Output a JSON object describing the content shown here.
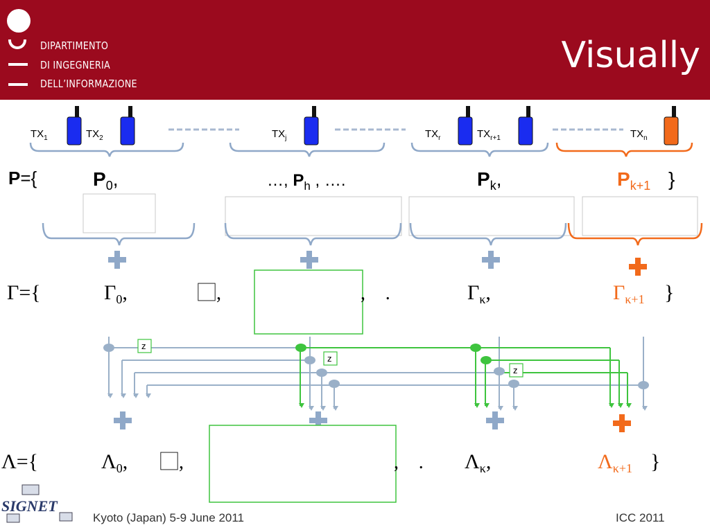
{
  "header": {
    "dept_lines": [
      "DIPARTIMENTO",
      "DI INGEGNERIA",
      "DELL’INFORMAZIONE"
    ],
    "title": "Visually"
  },
  "transmitters": [
    {
      "base": "TX",
      "sub": "1"
    },
    {
      "base": "TX",
      "sub": "2"
    },
    {
      "base": "TX",
      "sub": "j"
    },
    {
      "base": "TX",
      "sub": "r"
    },
    {
      "base": "TX",
      "sub": "r+1"
    },
    {
      "base": "TX",
      "sub": "n"
    }
  ],
  "p_row": {
    "open": "P={",
    "p0": {
      "base": "P",
      "sub": "0",
      "suffix": ","
    },
    "ph": {
      "prefix": "…, ",
      "base": "P",
      "sub": "h",
      "suffix": " , …."
    },
    "pk": {
      "base": "P",
      "sub": "k",
      "suffix": ","
    },
    "pk1": {
      "base": "P",
      "sub": "k+1"
    },
    "close": "}"
  },
  "gamma_row": {
    "open": "Γ={",
    "g0": {
      "base": "Γ",
      "sub": "0",
      "suffix": ","
    },
    "mid1": "⃞,",
    "mid2": ", ⃞.",
    "gk": {
      "base": "Γ",
      "sub": "κ",
      "suffix": ","
    },
    "gk1": {
      "base": "Γ",
      "sub": "κ+1"
    },
    "close": "}"
  },
  "lambda_row": {
    "open": "Λ={",
    "l0": {
      "base": "Λ",
      "sub": "0",
      "suffix": ","
    },
    "mid1": "⃞,",
    "mid2": ", ⃞.",
    "lk": {
      "base": "Λ",
      "sub": "κ",
      "suffix": ","
    },
    "lk1": {
      "base": "Λ",
      "sub": "κ+1"
    },
    "close": "}"
  },
  "delay_label": "z",
  "footer": {
    "left": "Kyoto (Japan) 5-9 June 2011",
    "right": "ICC 2011",
    "logo_text": "SIGNET"
  },
  "colors": {
    "header": "#9b0a1e",
    "blue_tx": "#1a2cf0",
    "orange": "#f26a1b",
    "bracket_blue": "#8fa8c8",
    "green": "#3ec43e",
    "gray_line": "#9ab0c8"
  }
}
